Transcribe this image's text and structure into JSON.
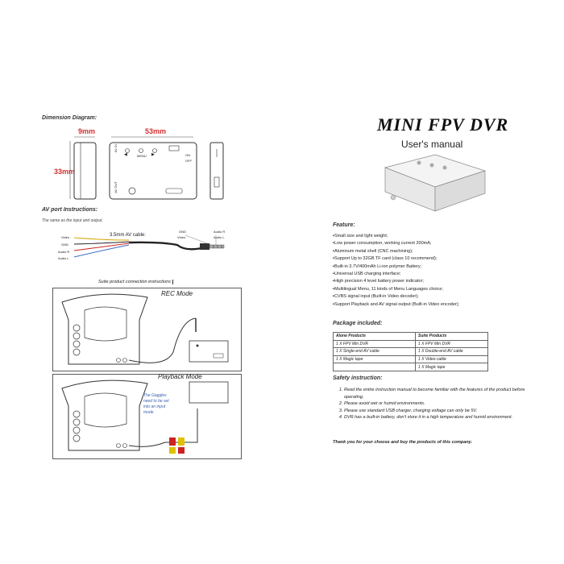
{
  "left": {
    "dimension_title": "Dimension Diagram:",
    "dim_width": "53mm",
    "dim_depth": "9mm",
    "dim_height": "33mm",
    "device_labels": {
      "av_in": "AV IN",
      "menu": "MENU",
      "left_arrow": "◀",
      "right_arrow": "▶",
      "on": "ON",
      "off": "OFF",
      "av_out": "AV OUT"
    },
    "av_title": "AV port Instructions:",
    "av_subtitle": "The same as the input and output.",
    "cable_label": "3.5mm AV  cable:",
    "wires": [
      "Video",
      "GND",
      "Audio R",
      "Audio L"
    ],
    "plug_labels_left": [
      "GND",
      "Video"
    ],
    "plug_labels_right": [
      "Audio R",
      "Audio L"
    ],
    "connection_title": "Suite product connection instructions",
    "rec_mode": "REC Mode",
    "playback_mode": "Playback Mode",
    "goggles_note": [
      "The Gaggles",
      "need to be set",
      "into an input",
      "mode"
    ]
  },
  "right": {
    "title": "MINI FPV DVR",
    "subtitle": "User's manual",
    "feature_title": "Feature:",
    "features": [
      "Small size and light weight;",
      "Low power consumption, working current 200mA;",
      "Aluminum metal shell (CNC machining);",
      "Support Up to 32GB TF card (class 10 recommend);",
      "Built-in 3.7V/400mAh Li-ion polymer Battery;",
      "Universal USB charging interface;",
      "High precision 4 level battery power indicator;",
      "Multilingual Menu, 11 kinds of Menu Languages choice;",
      "CVBS signal input (Built-in Video decoder);",
      "Support Playback and AV signal output (Built-in Video encoder);"
    ],
    "package_title": "Package included:",
    "package_headers": [
      "Alone Products",
      "Suite Products"
    ],
    "package_rows": [
      [
        "1 X FPV Min DVR",
        "1 X FPV Min DVR"
      ],
      [
        "1 X Single-end AV cable",
        "1 X Double-end AV cable"
      ],
      [
        "1 X Magic tape",
        "1 X Video cable"
      ],
      [
        "",
        "1 X Magic tape"
      ]
    ],
    "safety_title": "Safety instruction:",
    "safety": [
      "Read the entire instruction manual to become familiar with the features of the product before operating.",
      "Please avoid wet or humid environments.",
      "Please use standard USB charger, charging voltage can only be 5V.",
      "DVR has a built-in battery, don't store it in a high temperature and humid environment."
    ],
    "thanks": "Thank you for your choose and buy the products of this company."
  }
}
